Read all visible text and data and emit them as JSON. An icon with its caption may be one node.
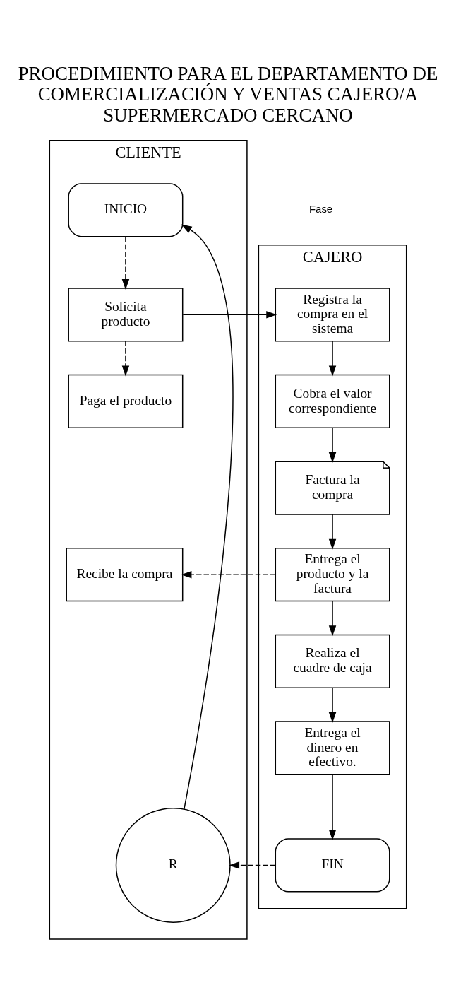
{
  "diagram": {
    "title": "PROCEDIMIENTO PARA EL DEPARTAMENTO DE COMERCIALIZACIÓN Y VENTAS CAJERO/A SUPERMERCADO CERCANO",
    "nodes": [
      {
        "text": [
          "CLIENTE"
        ]
      },
      {
        "text": [
          "CAJERO"
        ]
      },
      {
        "text": [
          "INICIO"
        ],
        "in": 0
      },
      {
        "text": [
          "Solicita producto"
        ],
        "in": 0
      },
      {
        "text": [
          "Registra la compra en el sistema"
        ],
        "in": 1
      },
      {
        "text": [
          "Paga el producto"
        ],
        "in": 0
      },
      {
        "text": [
          "Cobra el valor correspondiente"
        ],
        "in": 1
      },
      {
        "text": [
          "Factura la compra"
        ],
        "in": 1
      },
      {
        "text": [
          "Recibe la compra"
        ],
        "in": 0
      },
      {
        "text": [
          "Entrega el producto y la factura"
        ],
        "in": 1
      },
      {
        "text": [
          "Realiza el cuadre de caja"
        ],
        "in": 1
      },
      {
        "text": [
          "Entrega el dinero en efectivo."
        ],
        "in": 1
      },
      {
        "text": [
          "R"
        ],
        "in": 0
      },
      {
        "text": [
          "FIN"
        ],
        "in": 1
      }
    ],
    "edges": [
      {
        "from": 2,
        "to": 3,
        "arrow": "to",
        "style": "dashed"
      },
      {
        "from": 3,
        "to": 4,
        "arrow": "to"
      },
      {
        "from": 3,
        "to": 5,
        "arrow": "to",
        "style": "dashed"
      },
      {
        "from": 4,
        "to": 6,
        "arrow": "to"
      },
      {
        "from": 6,
        "to": 7,
        "arrow": "to"
      },
      {
        "from": 7,
        "to": 9,
        "arrow": "to"
      },
      {
        "from": 9,
        "to": 8,
        "arrow": "to",
        "style": "dashed"
      },
      {
        "from": 9,
        "to": 10,
        "arrow": "to"
      },
      {
        "from": 10,
        "to": 11,
        "arrow": "to"
      },
      {
        "from": 11,
        "to": 13,
        "arrow": "to"
      },
      {
        "from": 13,
        "to": 12,
        "arrow": "to",
        "style": "dashed"
      },
      {
        "from": 12,
        "to": 2,
        "arrow": "to"
      }
    ],
    "labels": [
      "Fase"
    ]
  }
}
